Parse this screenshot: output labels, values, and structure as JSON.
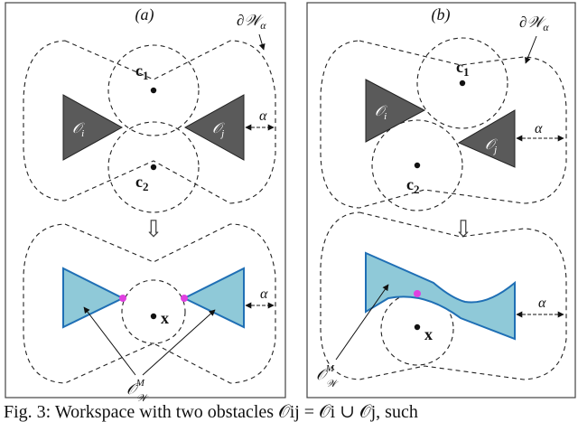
{
  "panels": [
    {
      "label": "(a)",
      "boundary_label": "∂𝒲α",
      "alpha": "α",
      "c1": "c",
      "c1_sub": "1",
      "c2": "c",
      "c2_sub": "2",
      "obs_i": "𝒪",
      "obs_i_sub": "i",
      "obs_j": "𝒪",
      "obs_j_sub": "j",
      "x_label": "x",
      "merged_label": "𝒪",
      "merged_sup": "M",
      "merged_sub": "𝒲",
      "arrow_down": "⇩"
    },
    {
      "label": "(b)",
      "boundary_label": "∂𝒲α",
      "alpha": "α",
      "c1": "c",
      "c1_sub": "1",
      "c2": "c",
      "c2_sub": "2",
      "obs_i": "𝒪",
      "obs_i_sub": "i",
      "obs_j": "𝒪",
      "obs_j_sub": "j",
      "x_label": "x",
      "merged_label": "𝒪",
      "merged_sup": "M",
      "merged_sub": "𝒲",
      "arrow_down": "⇩"
    }
  ],
  "caption": "Fig. 3: Workspace with two obstacles 𝒪ij = 𝒪i ∪ 𝒪j, such",
  "colors": {
    "obstacle": "#5a5a5a",
    "merged_fill": "#8fc9d8",
    "merged_stroke": "#1f6fb5",
    "contact": "#e040e0"
  }
}
